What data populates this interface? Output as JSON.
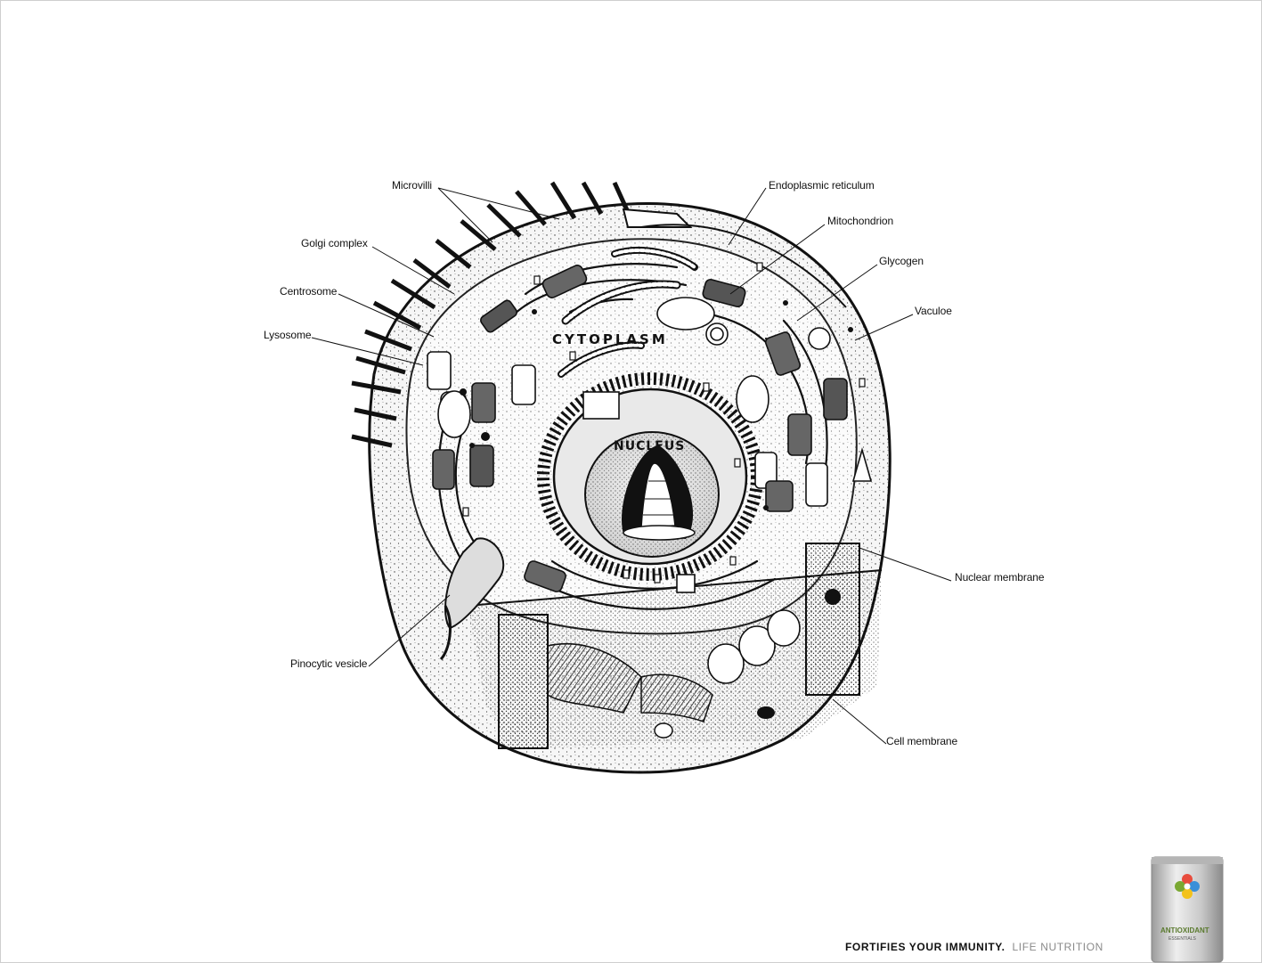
{
  "diagram": {
    "region_labels": {
      "cytoplasm": "CYTOPLASM",
      "nucleus": "NUCLEUS"
    },
    "callouts": {
      "microvilli": "Microvilli",
      "golgi": "Golgi complex",
      "centrosome": "Centrosome",
      "lysosome": "Lysosome",
      "pinocytic": "Pinocytic vesicle",
      "er": "Endoplasmic reticulum",
      "mitochondrion": "Mitochondrion",
      "glycogen": "Glycogen",
      "vacuole": "Vaculoe",
      "nuclear_membrane": "Nuclear membrane",
      "cell_membrane": "Cell membrane"
    }
  },
  "footer": {
    "tagline": "FORTIFIES YOUR IMMUNITY.",
    "brand": "LIFE NUTRITION"
  },
  "product": {
    "name": "ANTIOXIDANT",
    "subtitle": "ESSENTIALS",
    "accent_color": "#7aa832"
  }
}
